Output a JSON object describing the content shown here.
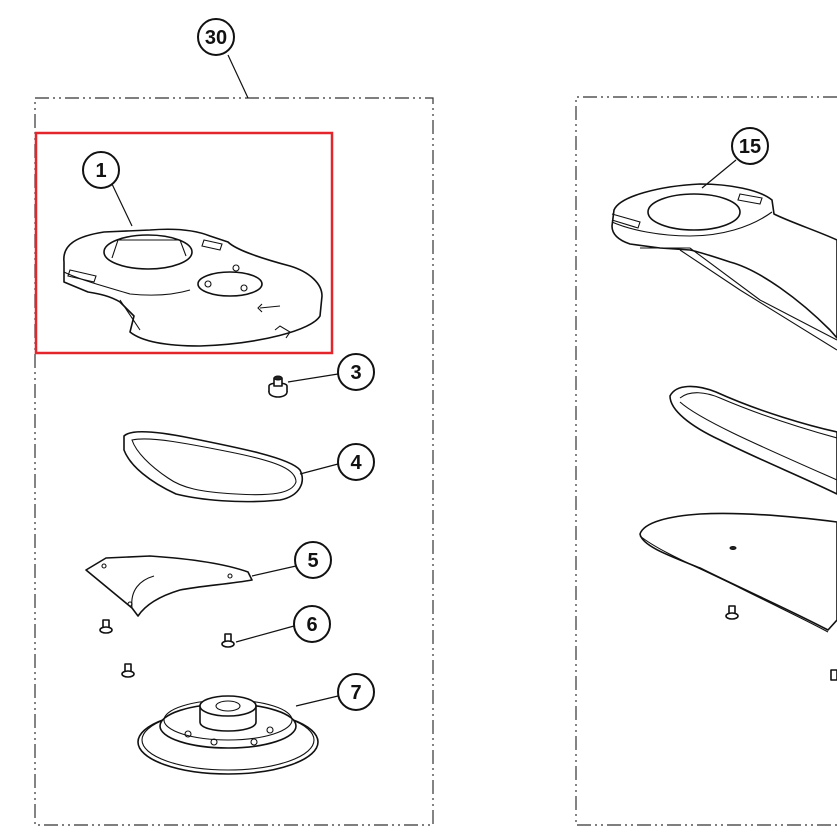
{
  "diagram": {
    "callouts": [
      {
        "id": "assembly",
        "label": "30"
      },
      {
        "id": "plate",
        "label": "1"
      },
      {
        "id": "nut",
        "label": "3"
      },
      {
        "id": "belt",
        "label": "4"
      },
      {
        "id": "guard",
        "label": "5"
      },
      {
        "id": "screw",
        "label": "6"
      },
      {
        "id": "pulley",
        "label": "7"
      },
      {
        "id": "arm",
        "label": "15"
      }
    ],
    "colors": {
      "highlight": "#e3262b",
      "line": "#111111",
      "background": "#ffffff"
    }
  }
}
